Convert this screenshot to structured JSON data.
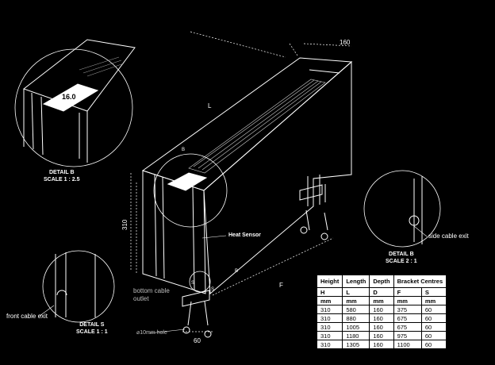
{
  "dimensions": {
    "depth_top": "160",
    "length": "L",
    "height": "310",
    "depth_side": "F",
    "bracket": "60",
    "ref_b": "B",
    "ref_b2": "B",
    "ref_s": "S",
    "ref_s2": "S"
  },
  "details": {
    "detail_b_main": {
      "title": "DETAIL B",
      "scale": "SCALE 1 : 2.5"
    },
    "detail_b_side": {
      "title": "DETAIL B",
      "scale": "SCALE 2 : 1"
    },
    "detail_s": {
      "title": "DETAIL S",
      "scale": "SCALE 1 : 1"
    }
  },
  "callouts": {
    "heat_sensor": "Heat Sensor",
    "side_cable_exit": "side cable exit",
    "bottom_cable_outlet_line1": "bottom cable",
    "bottom_cable_outlet_line2": "outlet",
    "front_cable_exit": "front cable exit",
    "hole": "10mm hole"
  },
  "thermostat": {
    "display": "16.0"
  },
  "table": {
    "headers": [
      "Height",
      "Length",
      "Depth",
      "Bracket Centres"
    ],
    "letters": [
      "H",
      "L",
      "D",
      "F",
      "S"
    ],
    "units": [
      "mm",
      "mm",
      "mm",
      "mm",
      "mm"
    ],
    "rows": [
      [
        "310",
        "580",
        "160",
        "375",
        "60"
      ],
      [
        "310",
        "880",
        "160",
        "675",
        "60"
      ],
      [
        "310",
        "1005",
        "160",
        "675",
        "60"
      ],
      [
        "310",
        "1180",
        "160",
        "975",
        "60"
      ],
      [
        "310",
        "1305",
        "160",
        "1100",
        "60"
      ]
    ]
  }
}
